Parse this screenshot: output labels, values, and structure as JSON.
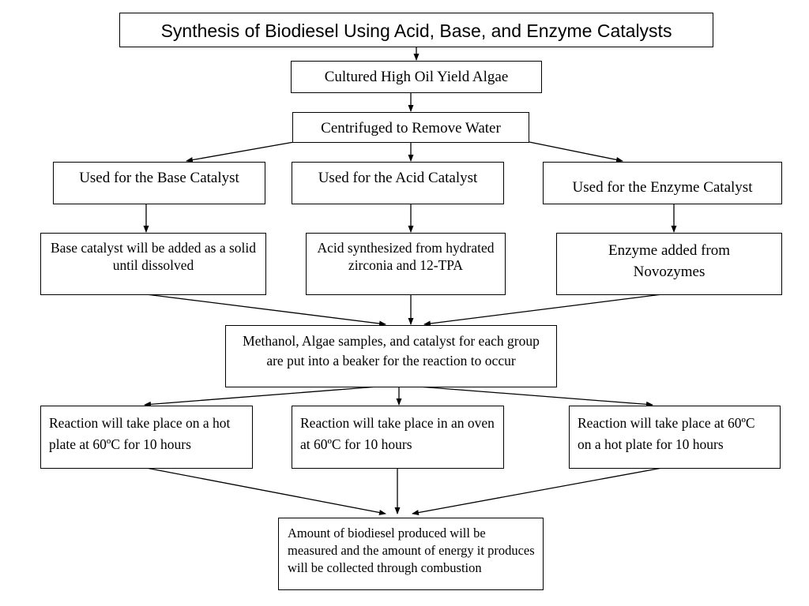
{
  "title": "Synthesis of Biodiesel Using Acid, Base, and Enzyme Catalysts",
  "steps": {
    "cultured": "Cultured High Oil Yield Algae",
    "centrifuged": "Centrifuged to Remove Water"
  },
  "branches": {
    "base": {
      "use": "Used for the Base Catalyst",
      "prep": "Base catalyst will be added as a solid until dissolved",
      "reaction": "Reaction will take place on a hot plate at 60ºC for 10 hours"
    },
    "acid": {
      "use": "Used for the Acid Catalyst",
      "prep": "Acid synthesized from hydrated zirconia and 12-TPA",
      "reaction": "Reaction will take place in an oven at 60ºC for 10 hours"
    },
    "enzyme": {
      "use": "Used for the Enzyme Catalyst",
      "prep": "Enzyme added from Novozymes",
      "reaction": "Reaction will take place at 60ºC on a hot plate for 10 hours"
    }
  },
  "mix": "Methanol, Algae samples, and catalyst for each group are put into a beaker for the reaction to occur",
  "final": "Amount of biodiesel produced will be measured and the amount of energy it produces will be collected through combustion"
}
